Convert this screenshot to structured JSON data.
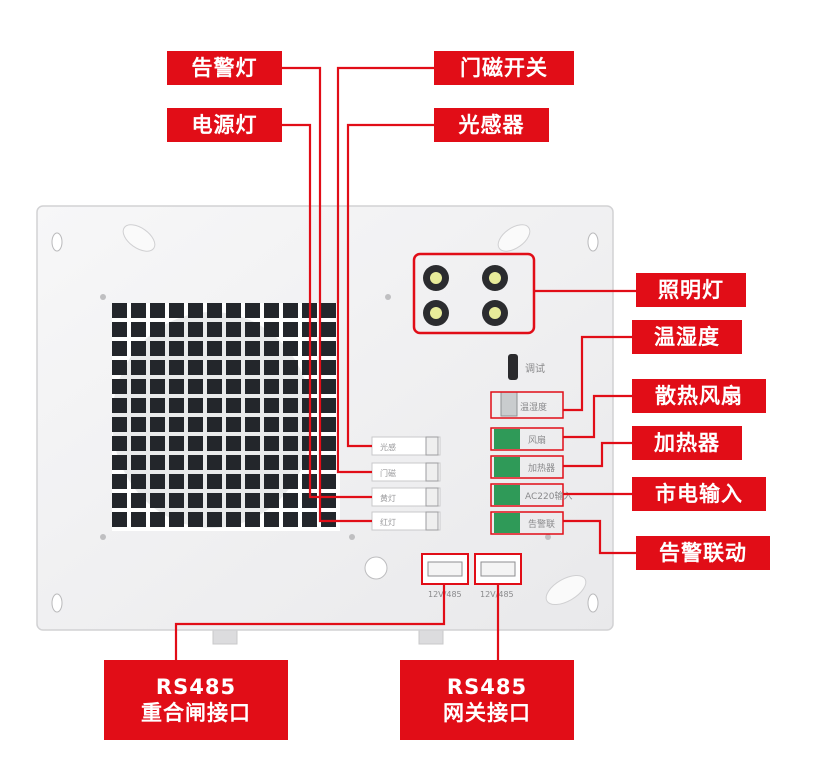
{
  "labels": {
    "alarm_light": "告警灯",
    "door_switch": "门磁开关",
    "power_light": "电源灯",
    "light_sensor": "光感器",
    "lighting": "照明灯",
    "temp_humidity": "温湿度",
    "cooling_fan": "散热风扇",
    "heater": "加热器",
    "mains_input": "市电输入",
    "alarm_linkage": "告警联动",
    "rs485_breaker_line1": "RS485",
    "rs485_breaker_line2": "重合闸接口",
    "rs485_gateway_line1": "RS485",
    "rs485_gateway_line2": "网关接口"
  },
  "board": {
    "debug": "调试",
    "left_ports": [
      "光感",
      "门磁",
      "黄灯",
      "红灯"
    ],
    "right_ports": [
      "温湿度",
      "风扇",
      "加热器",
      "AC220输入",
      "告警联"
    ],
    "bottom_port_1": "12V/485",
    "bottom_port_2": "12V/485"
  },
  "colors": {
    "accent": "#e10d17",
    "panel": "#f2f2f3",
    "grille": "#23262b"
  }
}
